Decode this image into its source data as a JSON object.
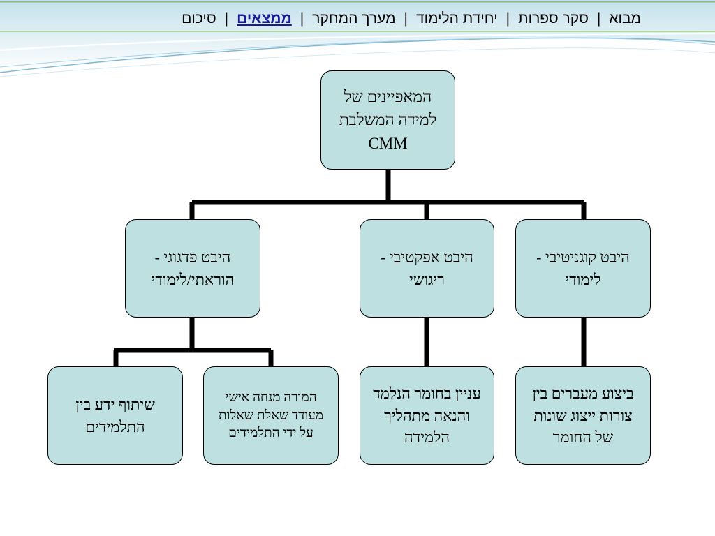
{
  "nav": {
    "items": [
      {
        "label": "מבוא",
        "active": false
      },
      {
        "label": "סקר ספרות",
        "active": false
      },
      {
        "label": "יחידת הלימוד",
        "active": false
      },
      {
        "label": "מערך המחקר",
        "active": false
      },
      {
        "label": "ממצאים",
        "active": true
      },
      {
        "label": "סיכום",
        "active": false
      }
    ],
    "separator": "|"
  },
  "diagram": {
    "root": {
      "label": "המאפיינים של למידה המשלבת CMM"
    },
    "aspects": [
      {
        "label": "היבט קוגניטיבי - לימודי"
      },
      {
        "label": "היבט אפקטיבי - ריגושי"
      },
      {
        "label": "היבט פדגוגי - הוראתי/לימודי"
      }
    ],
    "details": [
      {
        "label": "ביצוע מעברים בין צורות ייצוג שונות של החומר"
      },
      {
        "label": "עניין בחומר הנלמד והנאה מתהליך הלמידה"
      },
      {
        "label": "המורה מנחה אישי מעודד שאלת שאלות על ידי התלמידים"
      },
      {
        "label": "שיתוף ידע בין התלמידים"
      }
    ]
  },
  "colors": {
    "box_fill": "#bfe0e0",
    "active_nav": "#1a1a99"
  }
}
